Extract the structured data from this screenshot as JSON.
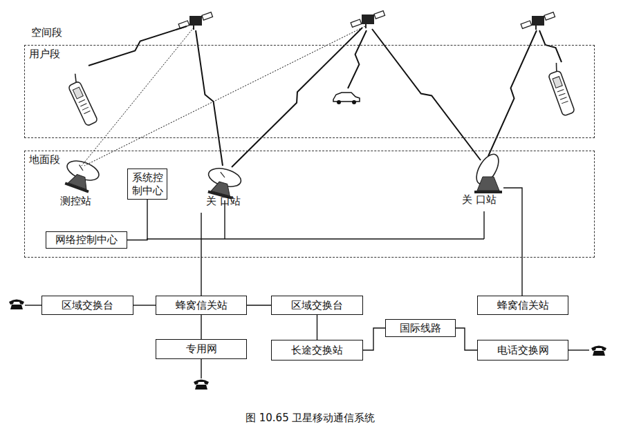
{
  "diagram": {
    "caption": "图 10.65 卫星移动通信系统",
    "nodes": [
      {
        "text": [
          "用户段"
        ]
      },
      {
        "text": [
          "地面段"
        ]
      },
      {
        "text": [
          "系统控制中心"
        ],
        "in": 1
      },
      {
        "text": [
          "网络控制中心"
        ],
        "in": 1
      },
      {
        "text": [
          "区域交换台"
        ]
      },
      {
        "text": [
          "蜂窝信关站"
        ]
      },
      {
        "text": [
          "区域交换台"
        ]
      },
      {
        "text": [
          "专用网"
        ]
      },
      {
        "text": [
          "长途交换站"
        ]
      },
      {
        "text": [
          "国际线路"
        ]
      },
      {
        "text": [
          "电话交换网"
        ]
      },
      {
        "text": [
          "蜂窝信关站"
        ]
      }
    ],
    "edges": [
      {
        "from": 4,
        "to": 5,
        "arrow": "none"
      },
      {
        "from": 5,
        "to": 6,
        "arrow": "none"
      },
      {
        "from": 5,
        "to": 7,
        "arrow": "none"
      },
      {
        "from": 6,
        "to": 8,
        "arrow": "none"
      },
      {
        "from": 8,
        "to": 9,
        "arrow": "none"
      },
      {
        "from": 9,
        "to": 10,
        "arrow": "none"
      },
      {
        "from": 3,
        "to": 2,
        "arrow": "none"
      }
    ],
    "labels": [
      "空间段",
      "测控站",
      "关 口站",
      "关 口站"
    ]
  }
}
